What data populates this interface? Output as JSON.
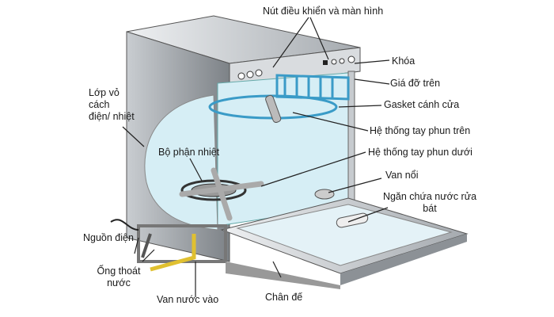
{
  "labels": {
    "controls": "Nút điều khiển và màn hình",
    "lock": "Khóa",
    "upper_rack": "Giá đỡ trên",
    "door_gasket": "Gasket cánh cửa",
    "upper_spray_arm": "Hệ thống tay phun trên",
    "lower_spray_arm": "Hệ thống tay phun dưới",
    "float_valve": "Van nổi",
    "detergent_line1": "Ngăn chứa nước rửa",
    "detergent_line2": "bát",
    "insulation_line1": "Lớp vỏ",
    "insulation_line2": "cách",
    "insulation_line3": "điện/ nhiệt",
    "heating_element": "Bộ phận nhiệt",
    "power": "Nguồn điện",
    "drain_line1": "Ống thoát",
    "drain_line2": "nước",
    "inlet_valve": "Van nước vào",
    "base": "Chân đế"
  },
  "colors": {
    "tub": "#d6eef5",
    "body": "#9ea3a8",
    "rack": "#3a9bc7",
    "pipe": "#e0c030"
  }
}
